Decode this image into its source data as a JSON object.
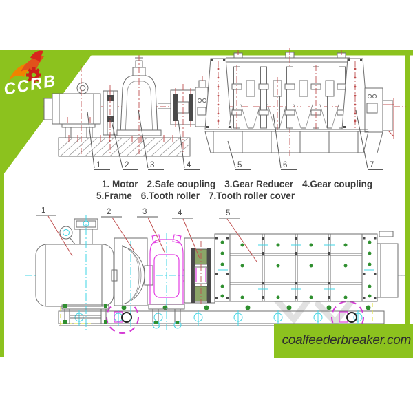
{
  "branding": {
    "logo_text": "CCRB",
    "watermark_text": "coalfeederbreaker.com",
    "colors": {
      "brand_green": "#8cc21e",
      "flame_orange": "#f08300",
      "flame_red": "#d8261c",
      "drawing_gray": "#6e6e6e",
      "accent_red": "#c05050",
      "centerline_cyan": "#3fd4e4",
      "reducer_magenta": "#e23ee2",
      "bolt_green": "#2f8f2f",
      "coupling_olive": "#8ba568",
      "dash_yellow": "#e3e34a"
    }
  },
  "legend": {
    "row1": [
      "1. Motor",
      "2.Safe coupling",
      "3.Gear Reducer",
      "4.Gear coupling"
    ],
    "row2": [
      "5.Frame",
      "6.Tooth roller",
      "7.Tooth roller cover"
    ]
  },
  "top_view": {
    "callouts": [
      "1",
      "2",
      "3",
      "4",
      "5",
      "6",
      "7"
    ]
  },
  "bottom_view": {
    "callouts": [
      "1",
      "2",
      "3",
      "4",
      "5"
    ]
  }
}
